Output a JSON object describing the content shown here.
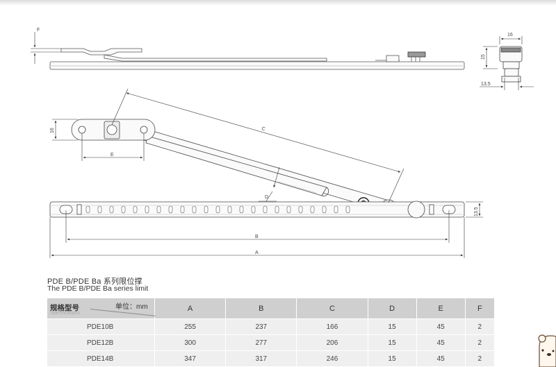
{
  "drawing": {
    "dim_labels": {
      "F": "F",
      "sixteen_top": "16",
      "fifteen_side": "15",
      "thirteen5_bottom": "13.5",
      "sixteen_left": "16",
      "C": "C",
      "E": "E",
      "D": "D",
      "B": "B",
      "A": "A",
      "thirteen5_right": "13.5"
    }
  },
  "title_cn": "PDE B/PDE Ba 系列限位撑",
  "title_en": "The PDE B/PDE Ba series limit",
  "table": {
    "header_cn": "规格型号",
    "header_en": "Specifications",
    "unit_label": "单位：mm",
    "columns": [
      "A",
      "B",
      "C",
      "D",
      "E",
      "F"
    ],
    "rows": [
      {
        "model": "PDE10B",
        "values": [
          "255",
          "237",
          "166",
          "15",
          "45",
          "2"
        ]
      },
      {
        "model": "PDE12B",
        "values": [
          "300",
          "277",
          "206",
          "15",
          "45",
          "2"
        ]
      },
      {
        "model": "PDE14B",
        "values": [
          "347",
          "317",
          "246",
          "15",
          "45",
          "2"
        ]
      }
    ]
  }
}
